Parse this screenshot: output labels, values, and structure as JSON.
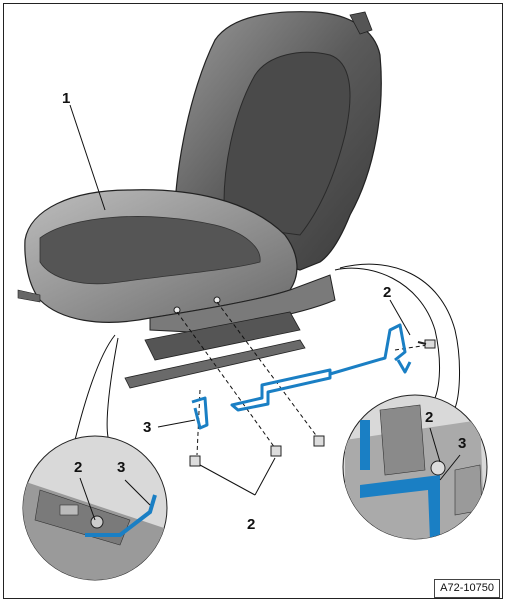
{
  "callouts": {
    "seat": "1",
    "bolt_top_right": "2",
    "bolt_bottom": "2",
    "detail_left_bolt": "2",
    "detail_left_cable": "3",
    "detail_right_bolt": "2",
    "detail_right_cable": "3",
    "cable_main": "3"
  },
  "figure_code": "A72-10750",
  "colors": {
    "cable": "#1a7fc4",
    "seat_dark": "#4a4a4a",
    "seat_mid": "#8a8a8a",
    "seat_light": "#c8c8c8",
    "line": "#111111"
  }
}
